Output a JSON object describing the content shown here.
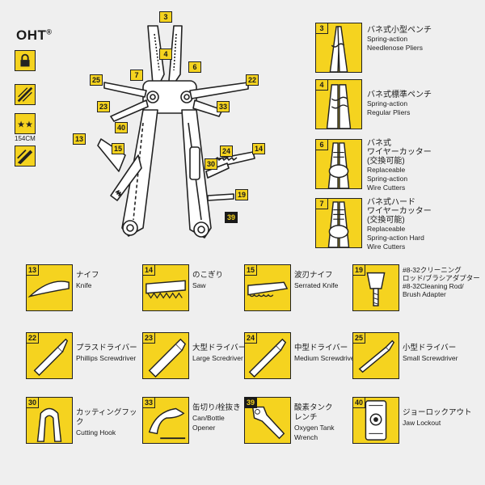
{
  "brand": {
    "name": "OHT",
    "mark": "®"
  },
  "features": [
    {
      "icon": "padlock-icon"
    },
    {
      "icon": "one-hand-open-icon"
    },
    {
      "icon": "two-stars-icon",
      "caption": "154CM"
    },
    {
      "icon": "plier-jaw-icon"
    }
  ],
  "diagram_labels": [
    {
      "num": "3"
    },
    {
      "num": "4"
    },
    {
      "num": "6"
    },
    {
      "num": "7"
    },
    {
      "num": "25"
    },
    {
      "num": "22"
    },
    {
      "num": "23"
    },
    {
      "num": "33"
    },
    {
      "num": "40"
    },
    {
      "num": "13"
    },
    {
      "num": "15"
    },
    {
      "num": "24"
    },
    {
      "num": "14"
    },
    {
      "num": "30"
    },
    {
      "num": "19"
    },
    {
      "num": "39"
    }
  ],
  "pliers": [
    {
      "num": "3",
      "jp": "バネ式小型ペンチ",
      "en": [
        "Spring-action",
        "Needlenose Pliers"
      ]
    },
    {
      "num": "4",
      "jp": "バネ式標準ペンチ",
      "en": [
        "Spring-action",
        "Regular Pliers"
      ]
    },
    {
      "num": "6",
      "jp": [
        "バネ式",
        "ワイヤーカッター",
        "(交換可能)"
      ],
      "en": [
        "Replaceable",
        "Spring-action",
        "Wire Cutters"
      ]
    },
    {
      "num": "7",
      "jp": [
        "バネ式ハード",
        "ワイヤーカッター",
        "(交換可能)"
      ],
      "en": [
        "Replaceable",
        "Spring-action Hard",
        "Wire Cutters"
      ]
    }
  ],
  "tools": [
    {
      "num": "13",
      "jp": "ナイフ",
      "en": "Knife"
    },
    {
      "num": "14",
      "jp": "のこぎり",
      "en": "Saw"
    },
    {
      "num": "15",
      "jp": "波刃ナイフ",
      "en": "Serrated Knife"
    },
    {
      "num": "19",
      "jp": [
        "#8-32クリーニング",
        "ロッド/ブラシアダプター"
      ],
      "en": [
        "#8-32Cleaning Rod/",
        "Brush Adapter"
      ]
    },
    {
      "num": "22",
      "jp": "プラスドライバー",
      "en": "Phillips Screwdriver"
    },
    {
      "num": "23",
      "jp": "大型ドライバー",
      "en": "Large Scredriver"
    },
    {
      "num": "24",
      "jp": "中型ドライバー",
      "en": "Medium Screwdriver"
    },
    {
      "num": "25",
      "jp": "小型ドライバー",
      "en": "Small Screwdriver"
    },
    {
      "num": "30",
      "jp": "カッティングフック",
      "en": "Cutting Hook"
    },
    {
      "num": "33",
      "jp": "缶切り/栓抜き",
      "en": [
        "Can/Bottle",
        "Opener"
      ]
    },
    {
      "num": "39",
      "jp": [
        "酸素タンク",
        "レンチ"
      ],
      "en": [
        "Oxygen Tank",
        "Wrench"
      ]
    },
    {
      "num": "40",
      "jp": "ジョーロックアウト",
      "en": "Jaw Lockout"
    }
  ],
  "colors": {
    "accent": "#f5d31f",
    "ink": "#1a1a1a",
    "background": "#efefef"
  }
}
